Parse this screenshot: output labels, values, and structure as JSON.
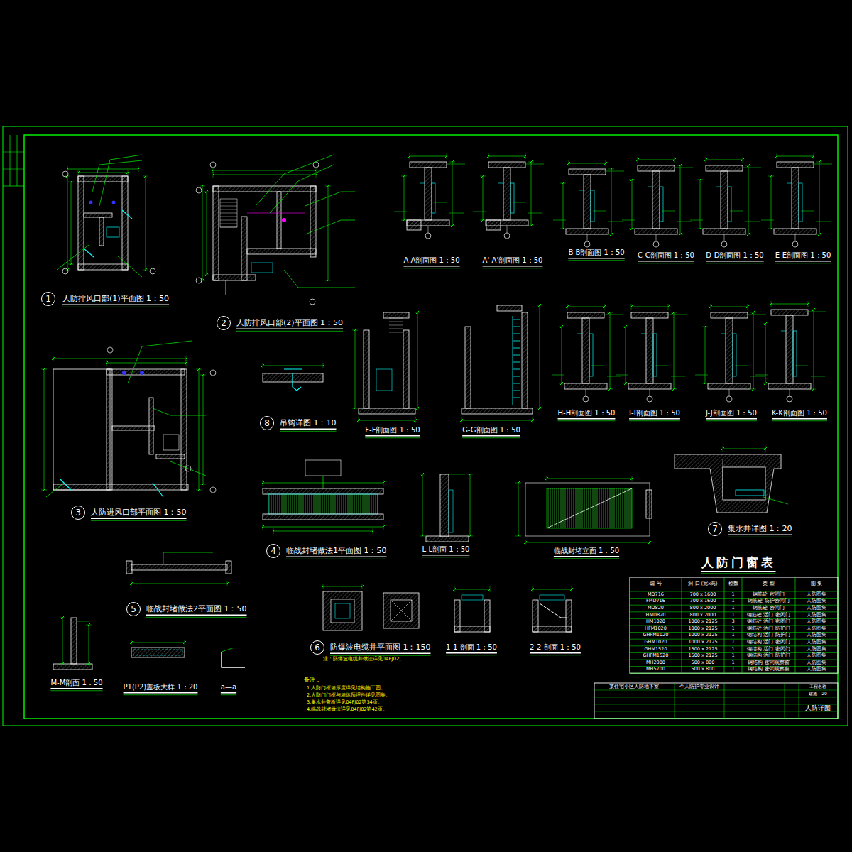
{
  "diagram": {
    "labels": [
      "1",
      "人防排风口部(1)平面图 1：50",
      "2",
      "人防排风口部(2)平面图 1：50",
      "3",
      "人防进风口部平面图 1：50",
      "8",
      "吊钩详图 1：10",
      "4",
      "临战封堵做法1平面图 1：50",
      "5",
      "临战封堵做法2平面图 1：50",
      "6",
      "防爆波电缆井平面图 1：150",
      "7",
      "集水井详图 1：20",
      "A-A剖面图 1：50",
      "A'-A'剖面图 1：50",
      "B-B剖面图 1：50",
      "C-C剖面图 1：50",
      "D-D剖面图 1：50",
      "E-E剖面图 1：50",
      "F-F剖面图 1：50",
      "G-G剖面图 1：50",
      "H-H剖面图 1：50",
      "I-I剖面图 1：50",
      "J-J剖面图 1：50",
      "K-K剖面图 1：50",
      "L-L剖面 1：50",
      "临战封堵立面 1：50",
      "M-M剖面 1：50",
      "P1(P2)盖板大样 1：20",
      "a—a",
      "1-1 剖面 1：50",
      "2-2 剖面 1：50",
      "注：防爆波电缆井做法详见04FJ02。",
      "备注：",
      "1.人防门框墙厚度详见结构施工图。",
      "2.人防门门框与墙体预埋件详见图集。",
      "3.集水井盖板详见04FJ02第34页。",
      "4.临战封堵做法详见04FJ02第42页。",
      "人防门窗表",
      "某住宅小区人防地下室",
      "个人防护专业设计",
      "工程名称",
      "建施—20",
      "人防详图",
      "编 号",
      "洞 口 (宽x高)",
      "樘数",
      "类 型",
      "图 集",
      "MD716",
      "700 x 1600",
      "1",
      "钢筋砼 密闭门",
      "人防图集",
      "FMD716",
      "700 x 1600",
      "1",
      "钢筋砼 防护密闭门",
      "人防图集",
      "MD820",
      "800 x 2000",
      "1",
      "钢筋砼 密闭门",
      "人防图集",
      "HMD820",
      "800 x 2000",
      "1",
      "钢筋砼 活门 密闭门",
      "人防图集",
      "HM1020",
      "1000 x 2125",
      "3",
      "钢筋砼 活门 密闭门",
      "人防图集",
      "HFM1020",
      "1000 x 2125",
      "1",
      "钢筋砼 活门 防护门",
      "人防图集",
      "GHFM1020",
      "1000 x 2125",
      "1",
      "钢结构 活门 防护门",
      "人防图集",
      "GHM1020",
      "1000 x 2125",
      "1",
      "钢结构 活门 密闭门",
      "人防图集",
      "GHM1520",
      "1500 x 2125",
      "1",
      "钢结构 活门 密闭门",
      "人防图集",
      "GHFM1520",
      "1500 x 2125",
      "1",
      "钢结构 活门 防护门",
      "人防图集",
      "MH2800",
      "500 x 800",
      "1",
      "钢结构 密闭观察窗",
      "人防图集",
      "MH5700",
      "500 x 800",
      "1",
      "钢结构 密闭观察窗",
      "人防图集"
    ]
  }
}
